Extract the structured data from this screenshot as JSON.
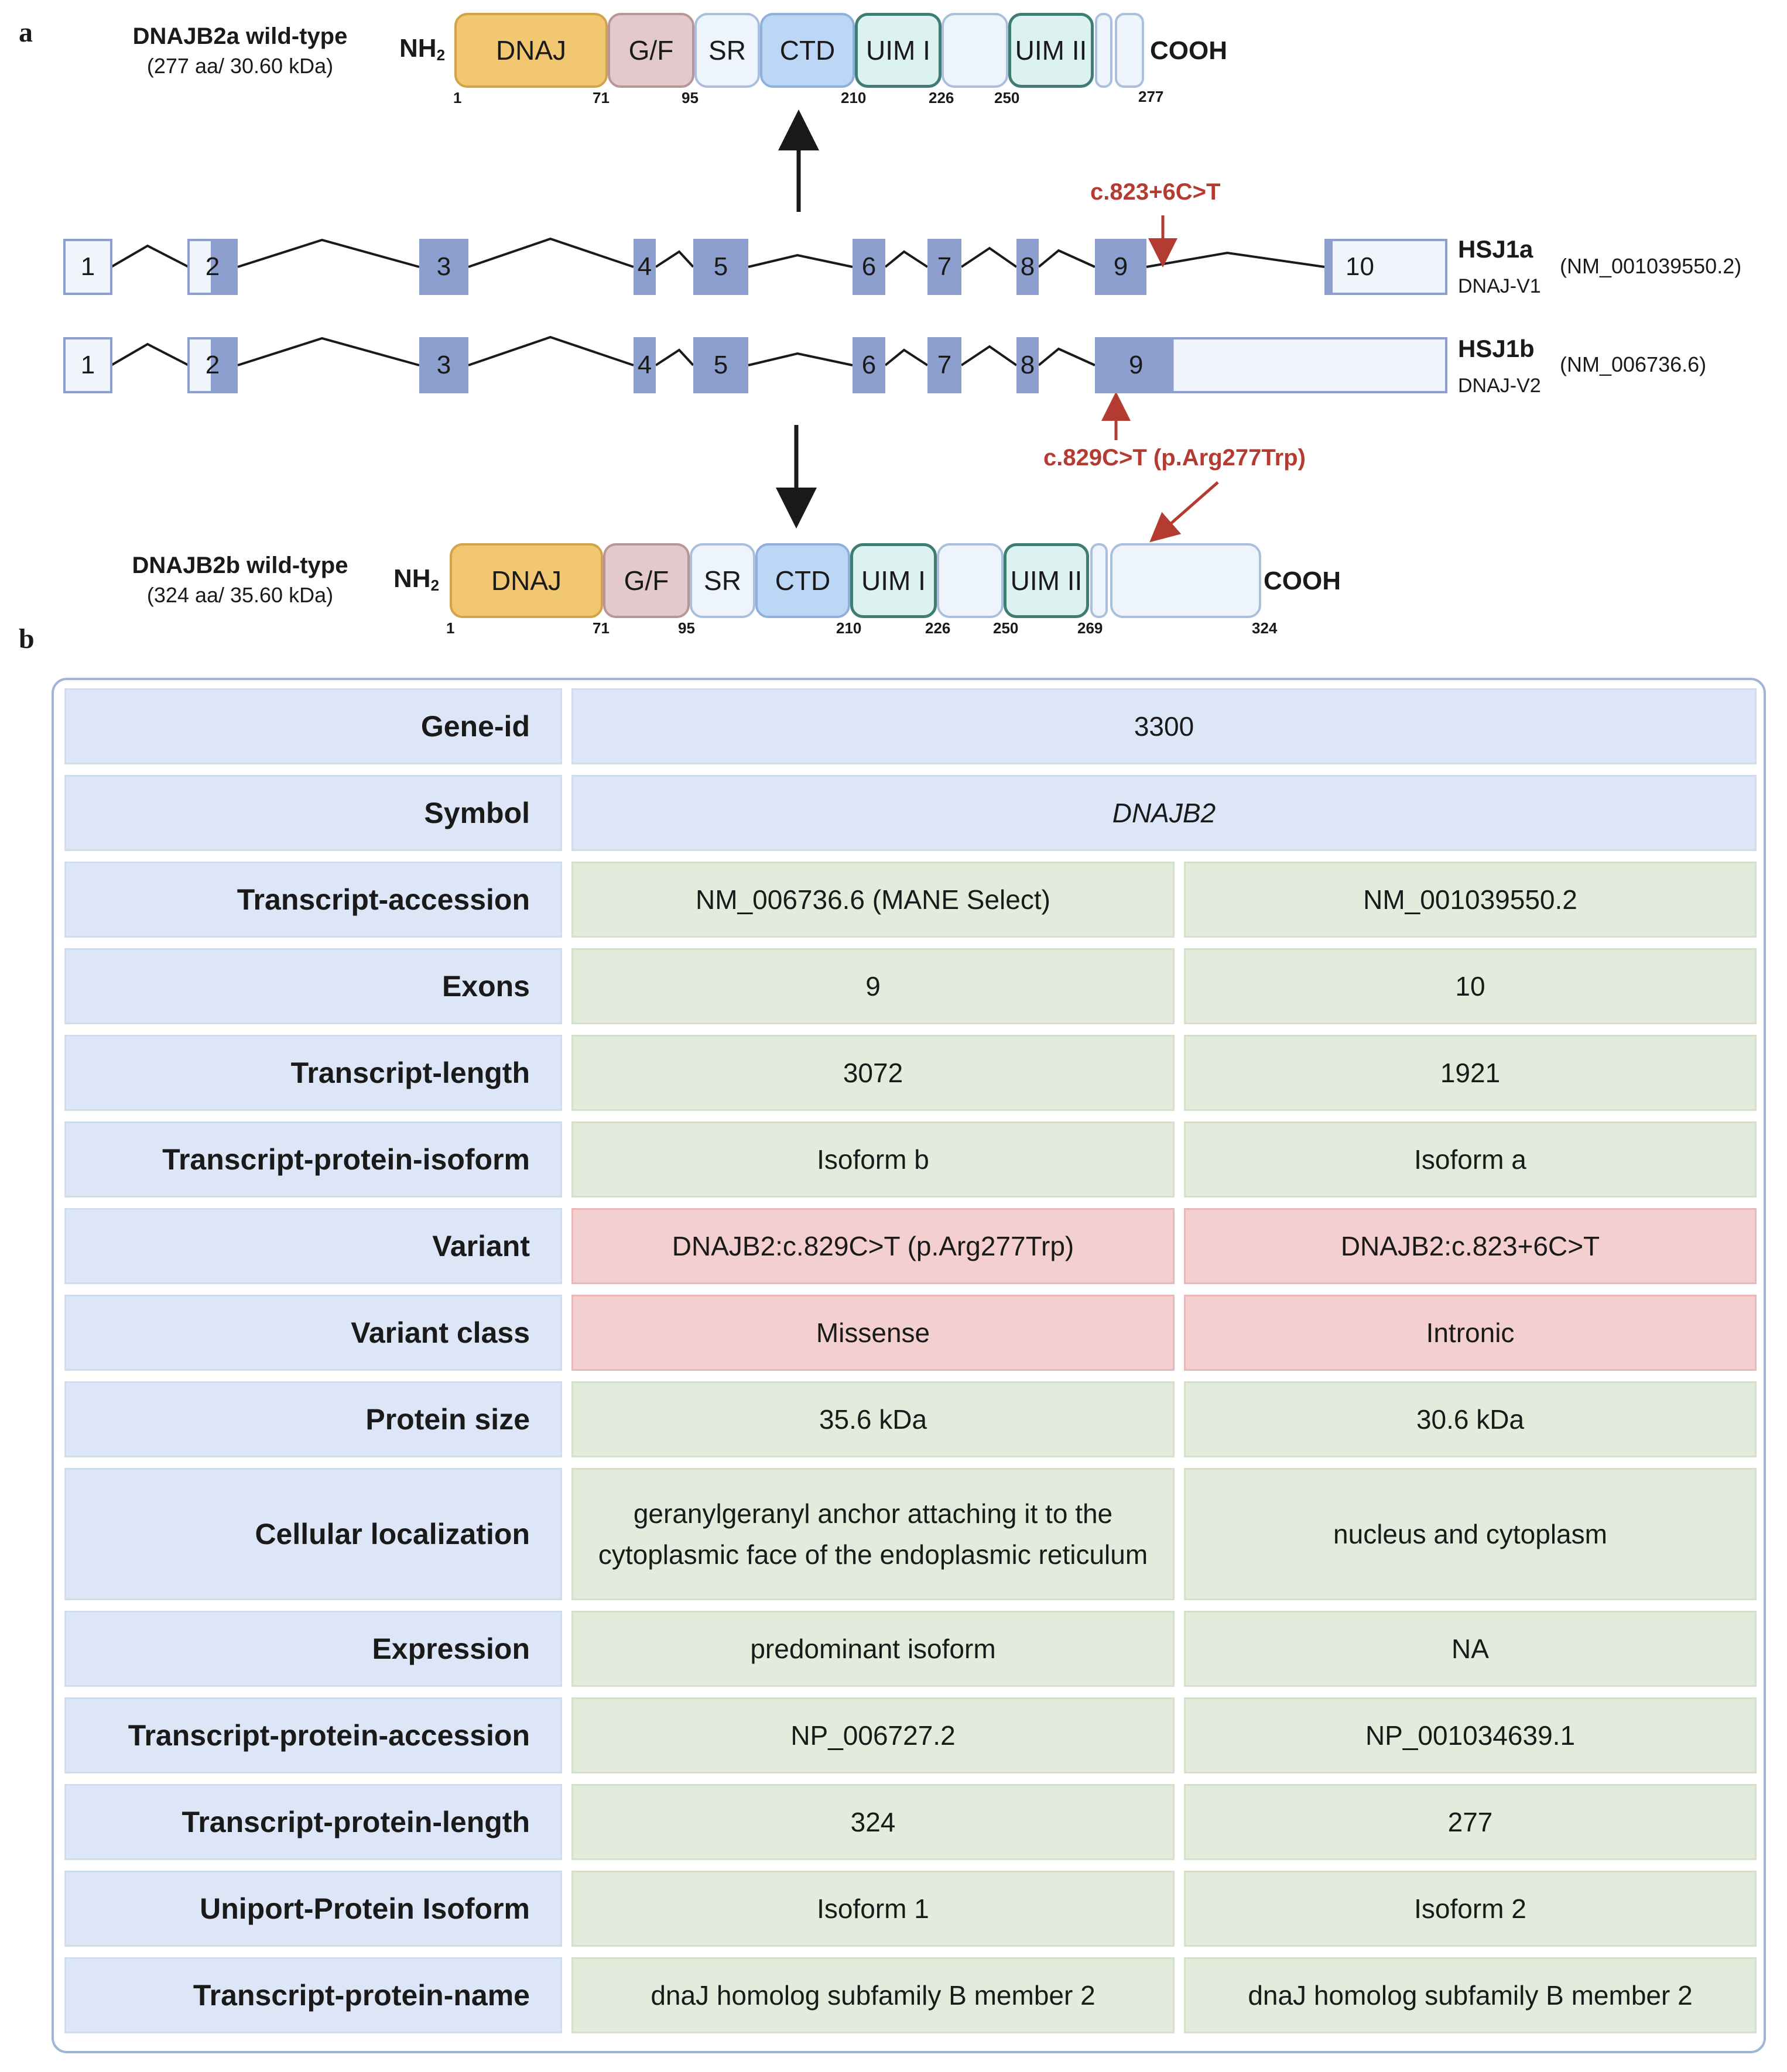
{
  "panels": {
    "a": "a",
    "b": "b"
  },
  "protein_a": {
    "name": "DNAJB2a wild-type",
    "size": "(277 aa/ 30.60 kDa)",
    "nterm": "NH",
    "nterm_sub": "2",
    "cterm": "COOH",
    "domains": [
      "DNAJ",
      "G/F",
      "SR",
      "CTD",
      "UIM I",
      "",
      "UIM II",
      "",
      ""
    ],
    "positions": [
      "1",
      "71",
      "95",
      "210",
      "226",
      "250",
      "277"
    ]
  },
  "protein_b": {
    "name": "DNAJB2b wild-type",
    "size": "(324 aa/ 35.60 kDa)",
    "nterm": "NH",
    "nterm_sub": "2",
    "cterm": "COOH",
    "domains": [
      "DNAJ",
      "G/F",
      "SR",
      "CTD",
      "UIM I",
      "",
      "UIM II",
      "",
      ""
    ],
    "positions": [
      "1",
      "71",
      "95",
      "210",
      "226",
      "250",
      "269",
      "324"
    ]
  },
  "transcript_a": {
    "name": "HSJ1a",
    "variant": "DNAJ-V1",
    "accession": "(NM_001039550.2)",
    "exons": [
      "1",
      "2",
      "3",
      "4",
      "5",
      "6",
      "7",
      "8",
      "9",
      "10"
    ],
    "mutation": "c.823+6C>T"
  },
  "transcript_b": {
    "name": "HSJ1b",
    "variant": "DNAJ-V2",
    "accession": "(NM_006736.6)",
    "exons": [
      "1",
      "2",
      "3",
      "4",
      "5",
      "6",
      "7",
      "8",
      "9"
    ],
    "mutation": "c.829C>T (p.Arg277Trp)"
  },
  "colors": {
    "exon": "#8d9fcf",
    "mutation": "#b43b32",
    "label_cell": "#dde6f7",
    "value_cell": "#e3ebdd",
    "variant_cell": "#f3cfcf"
  },
  "table": {
    "gene_id": {
      "label": "Gene-id",
      "value": "3300"
    },
    "symbol": {
      "label": "Symbol",
      "value": "DNAJB2"
    },
    "rows": [
      {
        "label": "Transcript-accession",
        "b": "NM_006736.6 (MANE Select)",
        "a": "NM_001039550.2"
      },
      {
        "label": "Exons",
        "b": "9",
        "a": "10"
      },
      {
        "label": "Transcript-length",
        "b": "3072",
        "a": "1921"
      },
      {
        "label": "Transcript-protein-isoform",
        "b": "Isoform b",
        "a": "Isoform a"
      },
      {
        "label": "Variant",
        "b": "DNAJB2:c.829C>T (p.Arg277Trp)",
        "a": "DNAJB2:c.823+6C>T"
      },
      {
        "label": "Variant class",
        "b": "Missense",
        "a": "Intronic"
      },
      {
        "label": "Protein size",
        "b": "35.6 kDa",
        "a": "30.6 kDa"
      },
      {
        "label": "Cellular localization",
        "b": "geranylgeranyl anchor attaching it to the cytoplasmic face of the endoplasmic reticulum",
        "a": "nucleus and cytoplasm"
      },
      {
        "label": "Expression",
        "b": "predominant isoform",
        "a": "NA"
      },
      {
        "label": "Transcript-protein-accession",
        "b": "NP_006727.2",
        "a": "NP_001034639.1"
      },
      {
        "label": "Transcript-protein-length",
        "b": "324",
        "a": "277"
      },
      {
        "label": "Uniport-Protein Isoform",
        "b": "Isoform 1",
        "a": "Isoform 2"
      },
      {
        "label": "Transcript-protein-name",
        "b": "dnaJ homolog subfamily B member 2",
        "a": "dnaJ homolog subfamily B member 2"
      }
    ]
  }
}
